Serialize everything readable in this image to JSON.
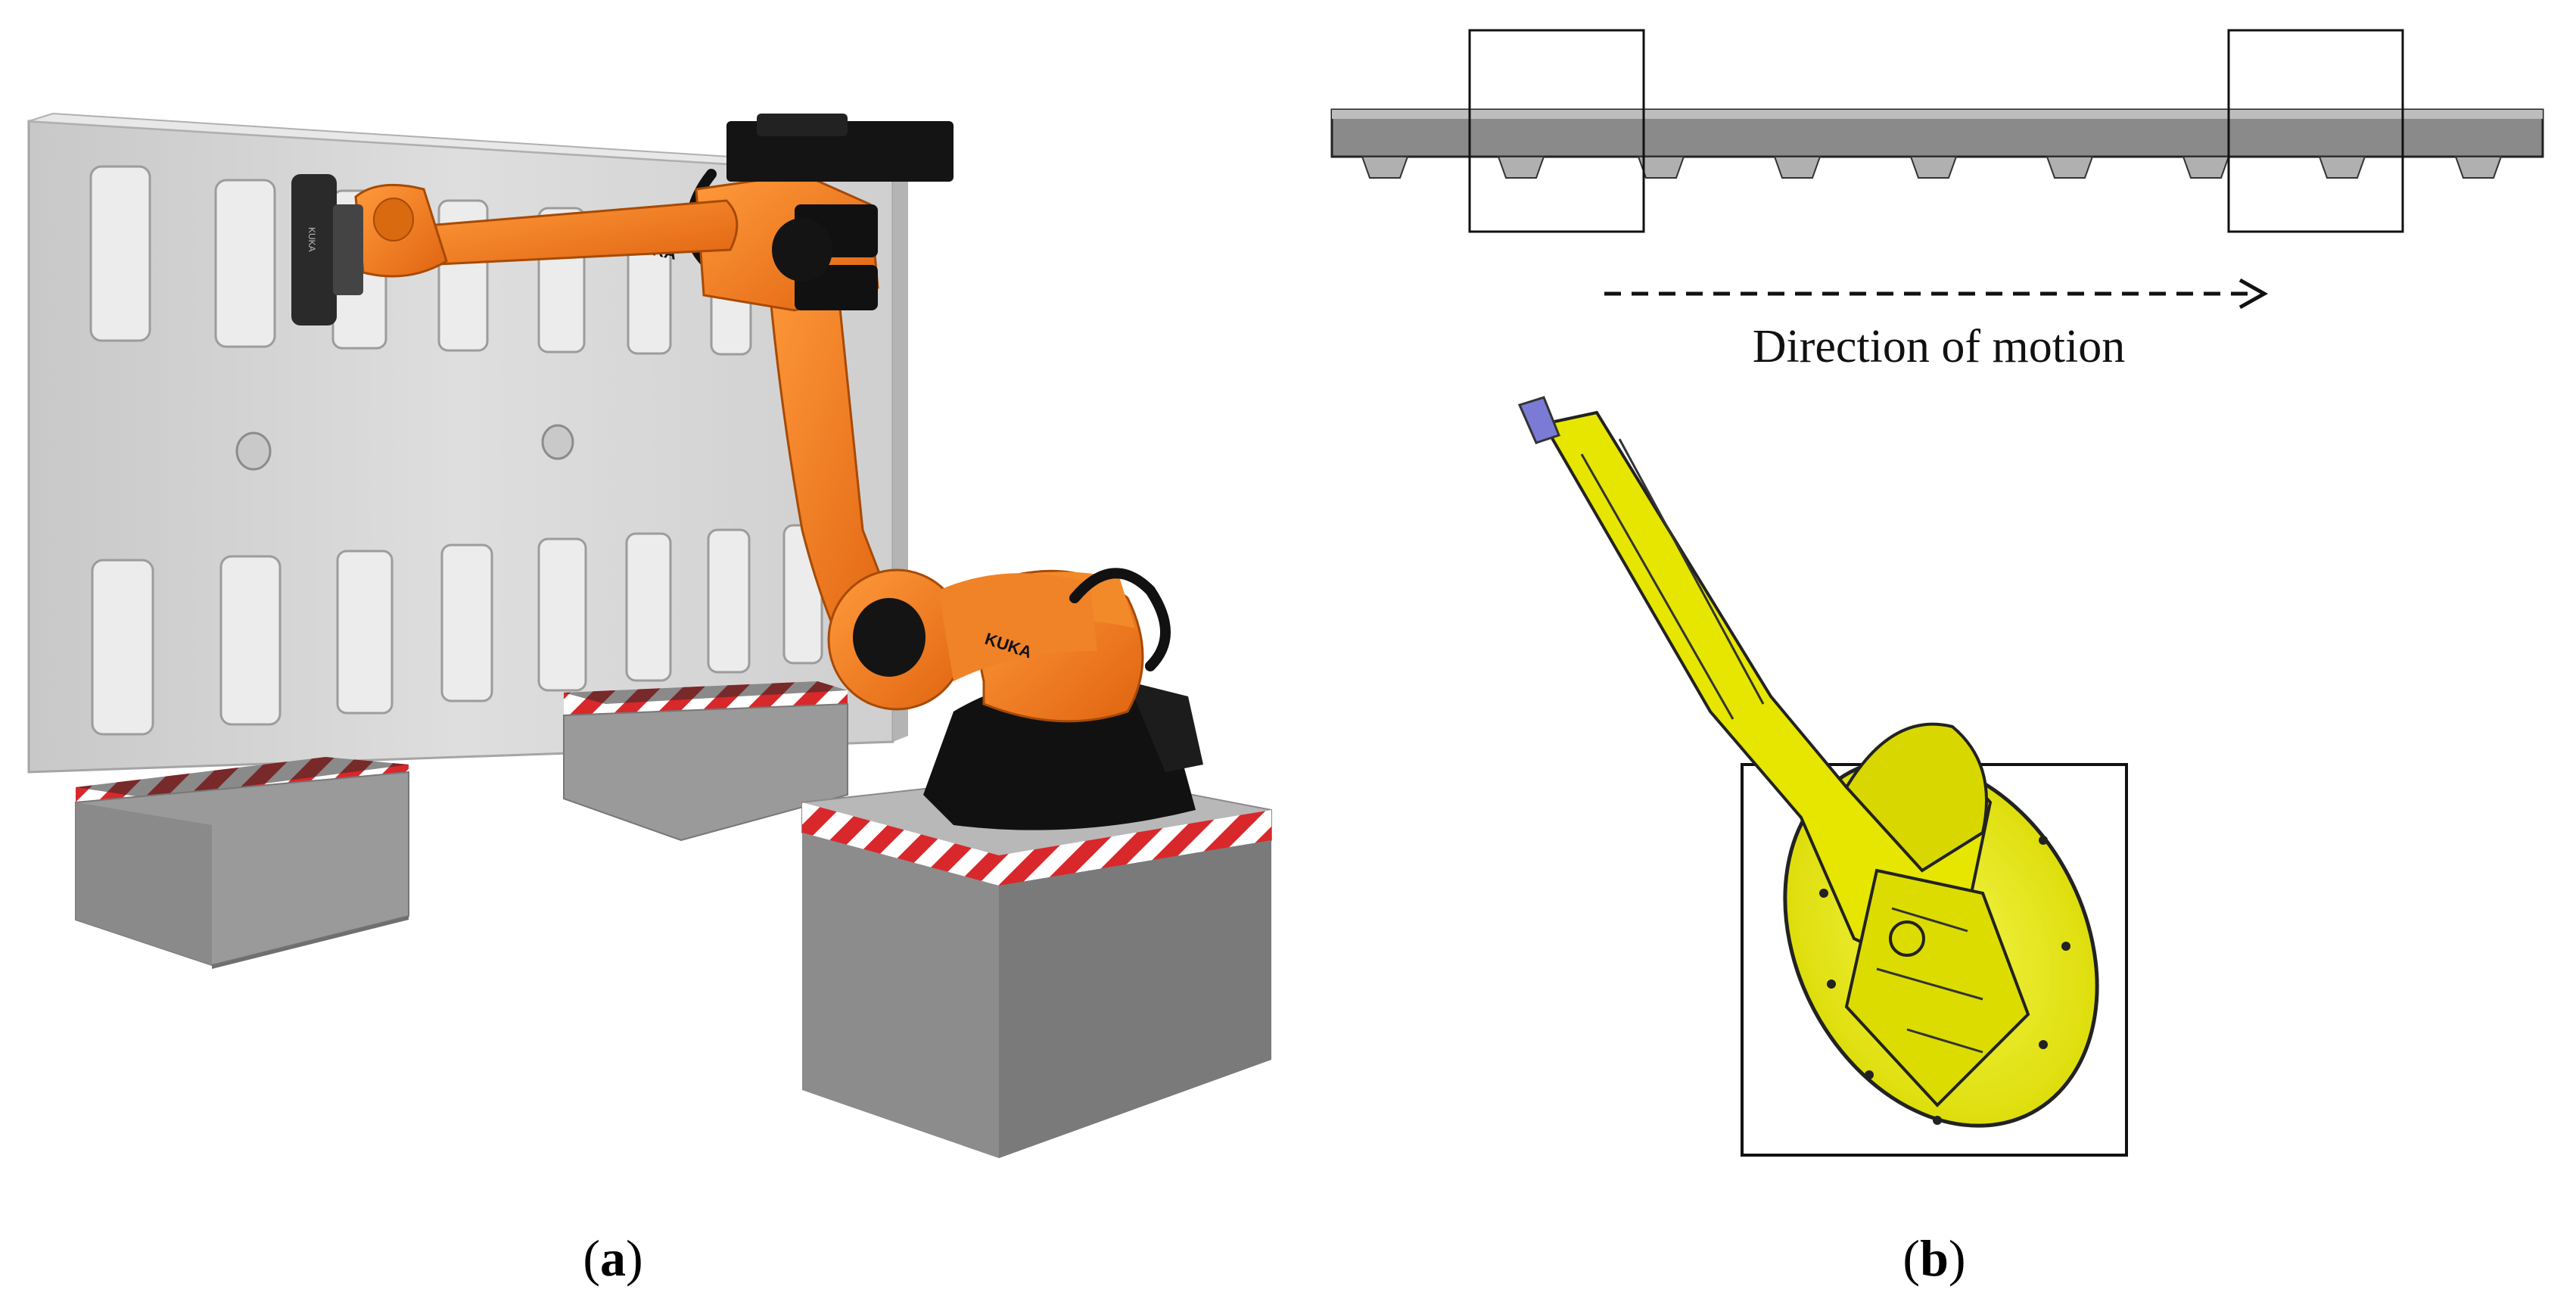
{
  "panel_a": {
    "caption_letter": "a",
    "robot_logo_text": "KUKA",
    "colors": {
      "wall": "#d9d9d9",
      "robot": "#f07a1a",
      "robot_dark": "#c45a08",
      "base": "#111111",
      "block": "#8c8c8c",
      "stripe_red": "#d8282b"
    }
  },
  "panel_b": {
    "caption_letter": "b",
    "direction_label": "Direction of motion",
    "colors": {
      "beam": "#8a8a8a",
      "robot": "#e6e600",
      "tool": "#7b7bd6",
      "outline": "#111111"
    }
  }
}
